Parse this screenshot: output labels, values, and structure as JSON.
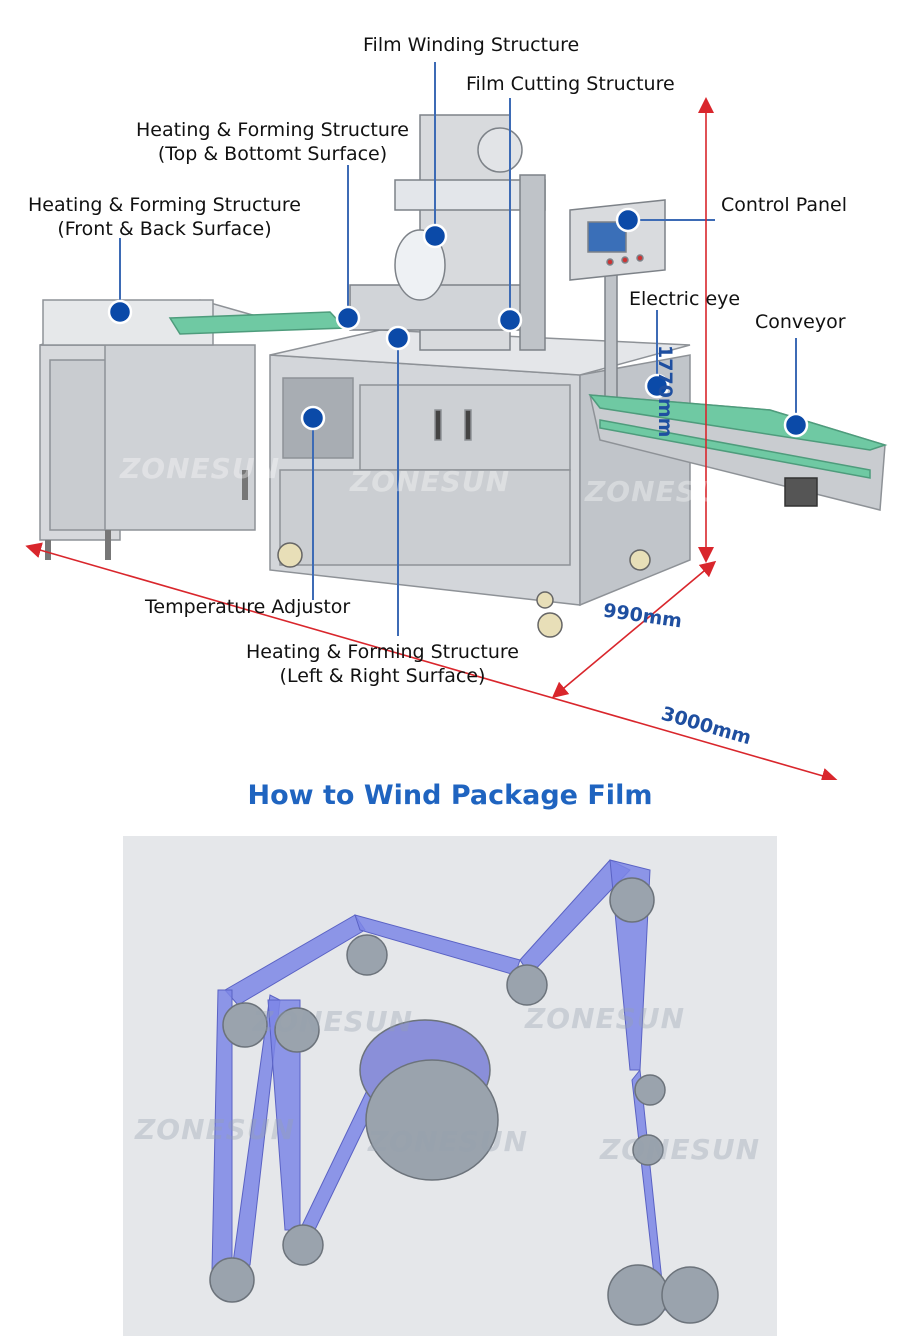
{
  "labels": {
    "film_winding": "Film Winding Structure",
    "film_cutting": "Film Cutting Structure",
    "heating_top_line1": "Heating & Forming Structure",
    "heating_top_line2": "(Top & Bottomt Surface)",
    "heating_front_line1": "Heating & Forming Structure",
    "heating_front_line2": "(Front & Back Surface)",
    "control_panel": "Control Panel",
    "electric_eye": "Electric eye",
    "conveyor": "Conveyor",
    "temperature_adjustor": "Temperature Adjustor",
    "heating_lr_line1": "Heating & Forming Structure",
    "heating_lr_line2": "(Left & Right Surface)"
  },
  "dimensions": {
    "height": "1770mm",
    "depth": "990mm",
    "length": "3000mm"
  },
  "section_title": "How to Wind Package Film",
  "watermark": "ZONESUN",
  "colors": {
    "accent_blue": "#1f64c0",
    "callout_dot": "#0b4aa8",
    "dimension_red": "#d9262c",
    "film": "#7d86e6",
    "roller": "#9aa3ad",
    "panel_bg": "#e5e7ea"
  }
}
